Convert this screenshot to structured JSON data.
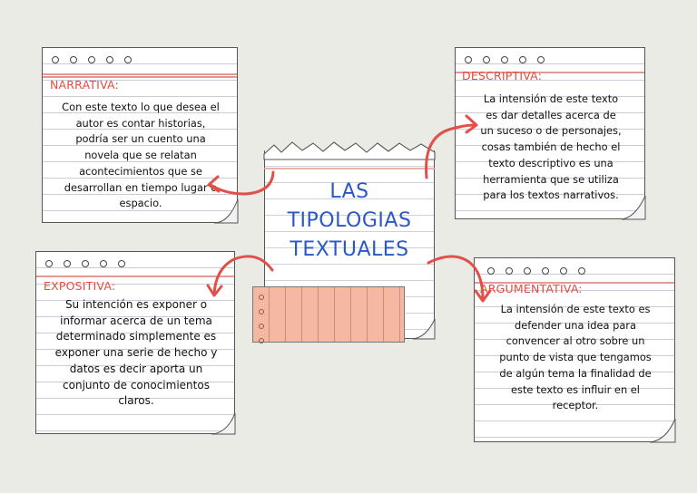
{
  "center": {
    "title_lines": [
      "LAS",
      "TIPOLOGIAS",
      "TEXTUALES"
    ]
  },
  "cards": {
    "narrativa": {
      "title": "NARRATIVA:",
      "lines": [
        "Con este texto lo que desea el",
        "autor es contar historias,",
        "podría ser un cuento una",
        "novela que se relatan",
        "acontecimientos que se",
        "desarrollan en tiempo lugar o",
        "espacio."
      ]
    },
    "descriptiva": {
      "title": "DESCRIPTIVA:",
      "lines": [
        "La intensión de este texto",
        "es dar detalles acerca de",
        "un suceso o de personajes,",
        "cosas también de hecho el",
        "texto descriptivo es una",
        "herramienta que se utiliza",
        "para los textos narrativos."
      ]
    },
    "expositiva": {
      "title": "EXPOSITIVA:",
      "lines": [
        "Su intención es exponer o",
        "informar acerca de un tema",
        "determinado simplemente es",
        "exponer una serie de hecho y",
        "datos es decir aporta un",
        "conjunto de conocimientos",
        "claros."
      ]
    },
    "argumentativa": {
      "title": "ARGUMENTATIVA:",
      "lines": [
        "La intensión de este texto es",
        "defender una idea para",
        "convencer al otro sobre un",
        "punto de vista que tengamos",
        "de algún tema la finalidad de",
        "este texto es influir en el",
        "receptor."
      ]
    }
  },
  "colors": {
    "background": "#ebebe6",
    "title_red": "#e84a3f",
    "center_blue": "#2a58c7",
    "arrow_red": "#e2504a",
    "tape_pink": "#f5b9a3"
  }
}
